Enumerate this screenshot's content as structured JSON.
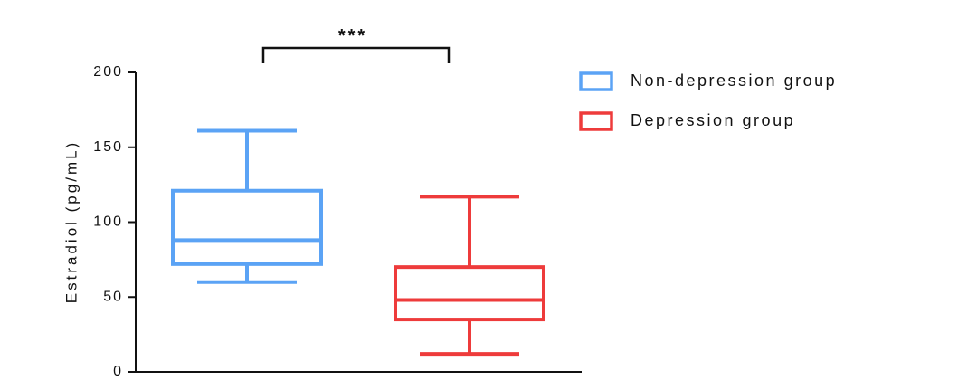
{
  "chart_data": {
    "type": "box",
    "title": "",
    "xlabel": "",
    "ylabel": "Estradiol (pg/mL)",
    "ylim": [
      0,
      200
    ],
    "yticks": [
      0,
      50,
      100,
      150,
      200
    ],
    "grid": false,
    "legend_position": "top-right",
    "series": [
      {
        "name": "Non-depression group",
        "color": "#5BA3F5",
        "min": 60,
        "q1": 72,
        "median": 88,
        "q3": 121,
        "max": 161
      },
      {
        "name": "Depression group",
        "color": "#EE3B3B",
        "min": 12,
        "q1": 35,
        "median": 48,
        "q3": 70,
        "max": 117
      }
    ],
    "annotations": [
      {
        "text": "***",
        "between": [
          "Non-depression group",
          "Depression group"
        ]
      }
    ]
  }
}
